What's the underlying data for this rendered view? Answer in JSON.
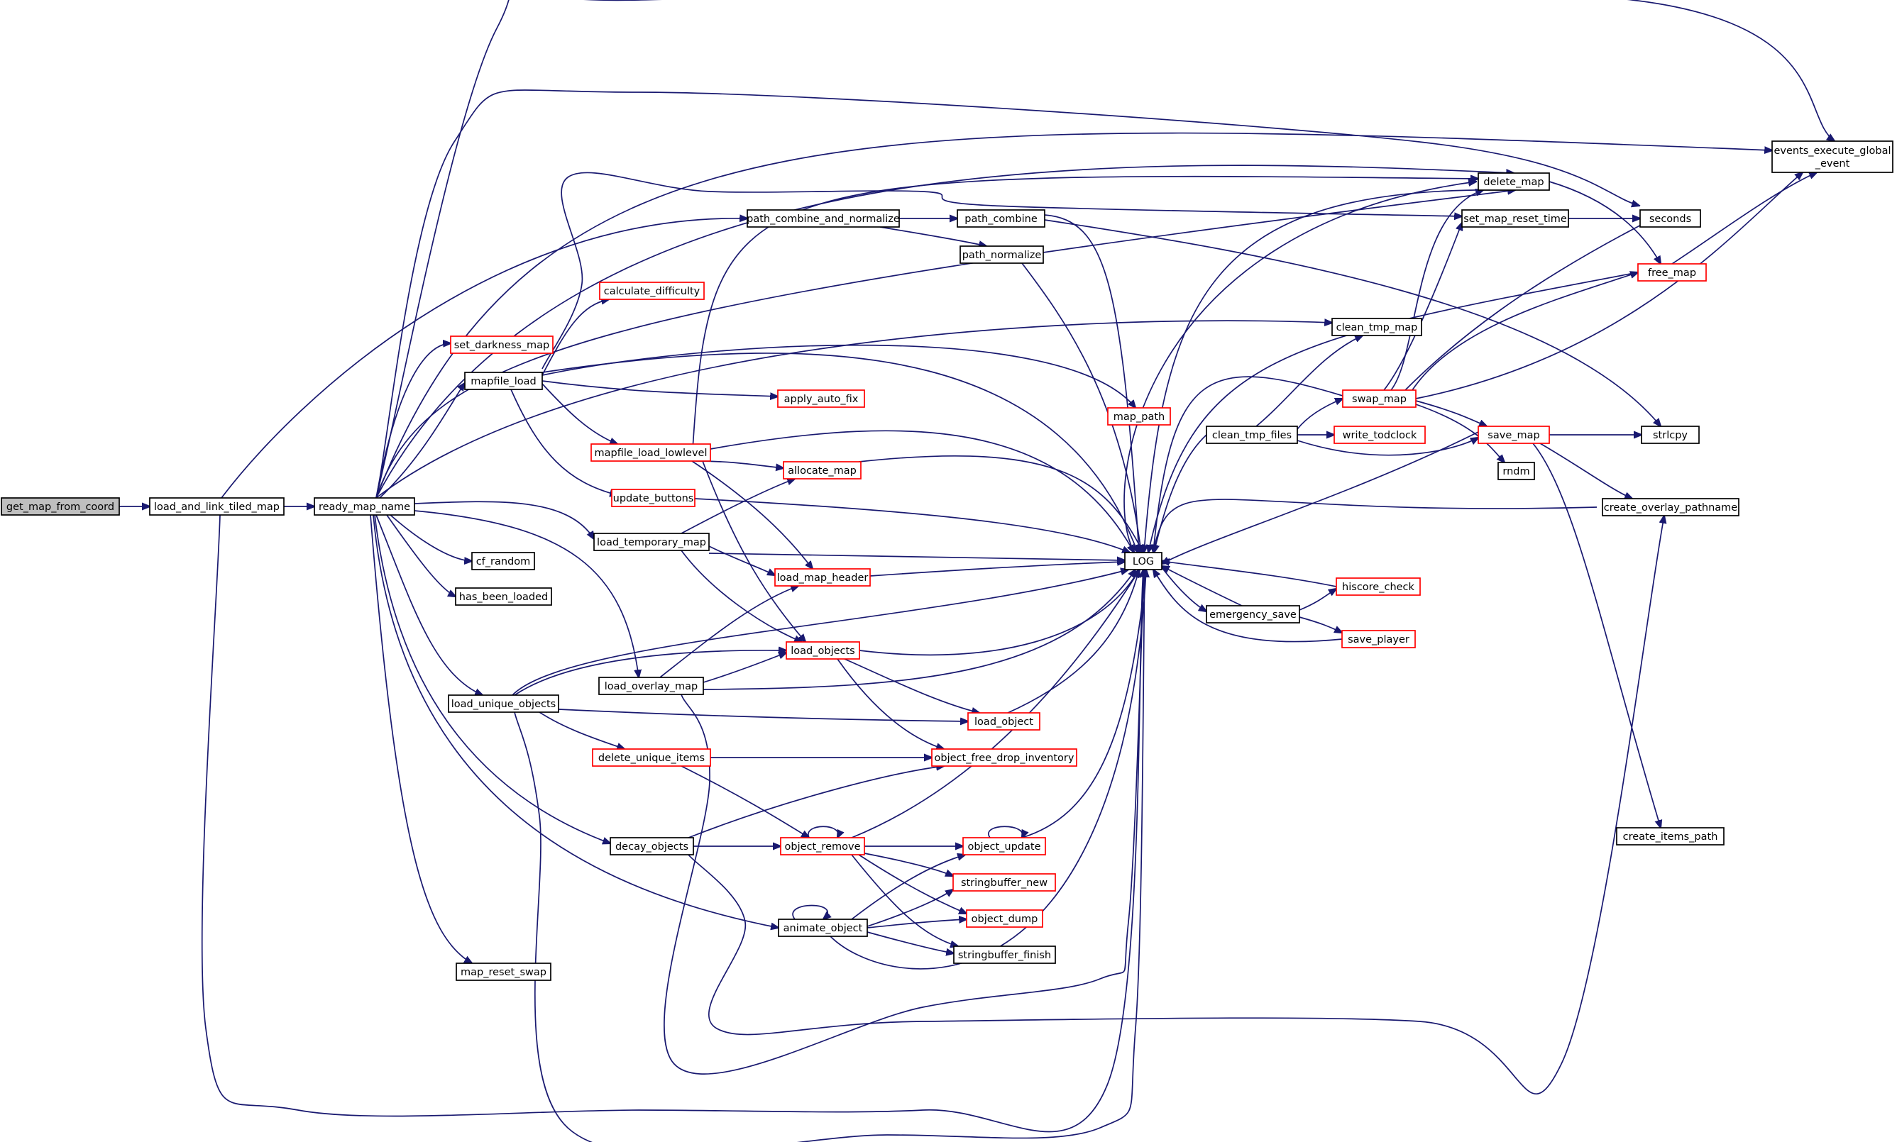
{
  "diagram": {
    "type": "call-graph",
    "colors": {
      "edge": "#191970",
      "root_fill": "#bfbfbf",
      "node_border": "#000000",
      "truncated_border": "#ff0000"
    },
    "nodes": [
      {
        "id": "get_map_from_coord",
        "label": "get_map_from_coord",
        "style": "root"
      },
      {
        "id": "load_and_link_tiled_map",
        "label": "load_and_link_tiled_map",
        "style": "black"
      },
      {
        "id": "ready_map_name",
        "label": "ready_map_name",
        "style": "black"
      },
      {
        "id": "path_combine_and_normalize",
        "label": "path_combine_and_normalize",
        "style": "black"
      },
      {
        "id": "path_combine",
        "label": "path_combine",
        "style": "black"
      },
      {
        "id": "path_normalize",
        "label": "path_normalize",
        "style": "black"
      },
      {
        "id": "delete_map",
        "label": "delete_map",
        "style": "black"
      },
      {
        "id": "set_map_reset_time",
        "label": "set_map_reset_time",
        "style": "black"
      },
      {
        "id": "seconds",
        "label": "seconds",
        "style": "black"
      },
      {
        "id": "events_execute_global_event",
        "label": "events_execute_global\n_event",
        "style": "black"
      },
      {
        "id": "free_map",
        "label": "free_map",
        "style": "red"
      },
      {
        "id": "calculate_difficulty",
        "label": "calculate_difficulty",
        "style": "red"
      },
      {
        "id": "set_darkness_map",
        "label": "set_darkness_map",
        "style": "red"
      },
      {
        "id": "mapfile_load",
        "label": "mapfile_load",
        "style": "black"
      },
      {
        "id": "clean_tmp_map",
        "label": "clean_tmp_map",
        "style": "black"
      },
      {
        "id": "apply_auto_fix",
        "label": "apply_auto_fix",
        "style": "red"
      },
      {
        "id": "map_path",
        "label": "map_path",
        "style": "red"
      },
      {
        "id": "swap_map",
        "label": "swap_map",
        "style": "red"
      },
      {
        "id": "strlcpy",
        "label": "strlcpy",
        "style": "black"
      },
      {
        "id": "mapfile_load_lowlevel",
        "label": "mapfile_load_lowlevel",
        "style": "red"
      },
      {
        "id": "clean_tmp_files",
        "label": "clean_tmp_files",
        "style": "black"
      },
      {
        "id": "write_todclock",
        "label": "write_todclock",
        "style": "red"
      },
      {
        "id": "save_map",
        "label": "save_map",
        "style": "red"
      },
      {
        "id": "allocate_map",
        "label": "allocate_map",
        "style": "red"
      },
      {
        "id": "rndm",
        "label": "rndm",
        "style": "black"
      },
      {
        "id": "create_overlay_pathname",
        "label": "create_overlay_pathname",
        "style": "black"
      },
      {
        "id": "update_buttons",
        "label": "update_buttons",
        "style": "red"
      },
      {
        "id": "load_temporary_map",
        "label": "load_temporary_map",
        "style": "black"
      },
      {
        "id": "cf_random",
        "label": "cf_random",
        "style": "black"
      },
      {
        "id": "LOG",
        "label": "LOG",
        "style": "black"
      },
      {
        "id": "load_map_header",
        "label": "load_map_header",
        "style": "red"
      },
      {
        "id": "hiscore_check",
        "label": "hiscore_check",
        "style": "red"
      },
      {
        "id": "has_been_loaded",
        "label": "has_been_loaded",
        "style": "black"
      },
      {
        "id": "emergency_save",
        "label": "emergency_save",
        "style": "black"
      },
      {
        "id": "save_player",
        "label": "save_player",
        "style": "red"
      },
      {
        "id": "load_objects",
        "label": "load_objects",
        "style": "red"
      },
      {
        "id": "load_overlay_map",
        "label": "load_overlay_map",
        "style": "black"
      },
      {
        "id": "load_unique_objects",
        "label": "load_unique_objects",
        "style": "black"
      },
      {
        "id": "load_object",
        "label": "load_object",
        "style": "red"
      },
      {
        "id": "delete_unique_items",
        "label": "delete_unique_items",
        "style": "red"
      },
      {
        "id": "object_free_drop_inventory",
        "label": "object_free_drop_inventory",
        "style": "red"
      },
      {
        "id": "create_items_path",
        "label": "create_items_path",
        "style": "black"
      },
      {
        "id": "decay_objects",
        "label": "decay_objects",
        "style": "black"
      },
      {
        "id": "object_remove",
        "label": "object_remove",
        "style": "red"
      },
      {
        "id": "object_update",
        "label": "object_update",
        "style": "red"
      },
      {
        "id": "stringbuffer_new",
        "label": "stringbuffer_new",
        "style": "red"
      },
      {
        "id": "object_dump",
        "label": "object_dump",
        "style": "red"
      },
      {
        "id": "animate_object",
        "label": "animate_object",
        "style": "black"
      },
      {
        "id": "stringbuffer_finish",
        "label": "stringbuffer_finish",
        "style": "black"
      },
      {
        "id": "map_reset_swap",
        "label": "map_reset_swap",
        "style": "black"
      }
    ]
  }
}
